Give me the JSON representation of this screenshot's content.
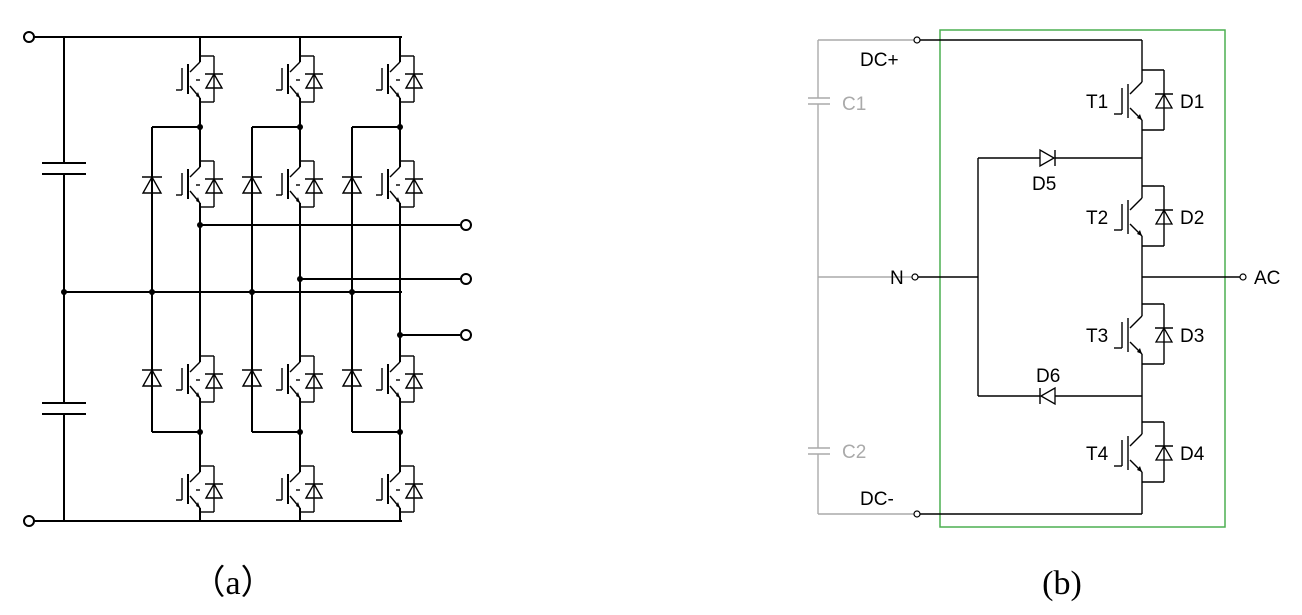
{
  "figure": {
    "caption_a": "（a）",
    "caption_b": "(b)",
    "labels_b": {
      "dc_plus": "DC+",
      "dc_minus": "DC-",
      "n": "N",
      "ac": "AC",
      "c1": "C1",
      "c2": "C2",
      "t1": "T1",
      "t2": "T2",
      "t3": "T3",
      "t4": "T4",
      "d1": "D1",
      "d2": "D2",
      "d3": "D3",
      "d4": "D4",
      "d5": "D5",
      "d6": "D6"
    },
    "colors": {
      "box": "#4caf50",
      "capacitor_grey": "#aaaaaa",
      "wire": "#000000"
    }
  }
}
